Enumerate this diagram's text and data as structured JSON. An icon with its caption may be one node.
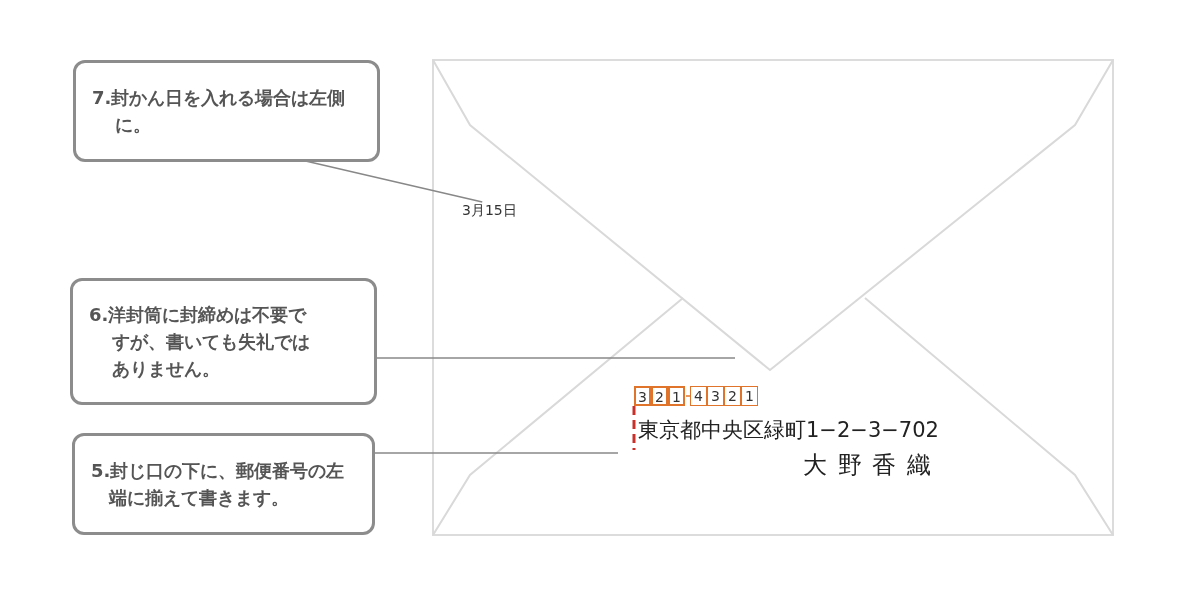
{
  "diagram": {
    "nodes": [
      {
        "text": [
          "7.封かん日を入れる場合は左側に。"
        ]
      },
      {
        "text": [
          "3月15日"
        ]
      },
      {
        "text": [
          "6.洋封筒に封締めは不要ですが、書いても失礼ではありません。"
        ]
      },
      {
        "text": [
          "5.封じ口の下に、郵便番号の左端に揃えて書きます。"
        ]
      }
    ],
    "edges": [
      {
        "from": 0,
        "to": 1,
        "arrow": "none"
      },
      {
        "from": 2,
        "to": null,
        "arrow": "none"
      },
      {
        "from": 3,
        "to": null,
        "arrow": "none"
      }
    ],
    "labels": [
      "3",
      "2",
      "1",
      "4",
      "3",
      "2",
      "1",
      "東京都中央区緑町1−2−3−702",
      "大野香織"
    ]
  }
}
